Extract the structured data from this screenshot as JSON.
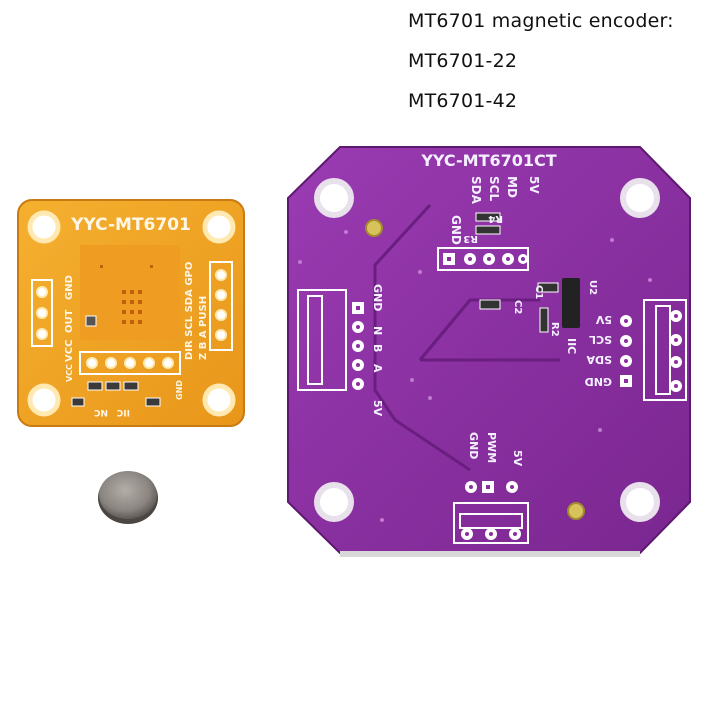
{
  "caption": {
    "title": "MT6701 magnetic encoder:",
    "model_1": "MT6701-22",
    "model_2": "MT6701-42"
  },
  "small_board": {
    "title": "YYC-MT6701",
    "col_1": "GND",
    "col_2": "OUT",
    "col_3": "VCC",
    "row_top": "DIR SCL SDA GPO",
    "row_bottom": "Z B A PUSH",
    "vcc_small": "VCC",
    "gnd_small": "GND",
    "iic": "IIC",
    "nc": "NC",
    "color": "#f0a020"
  },
  "large_board": {
    "title": "YYC-MT6701CT",
    "top_labels": [
      "GND",
      "SDA",
      "SCL",
      "MD",
      "5V"
    ],
    "r4": "R4",
    "r3": "R3",
    "c1": "C1",
    "c2": "C2",
    "r2": "R2",
    "u2": "U2",
    "iic": "IIC",
    "left_labels": [
      "GND",
      "N",
      "B",
      "A",
      "5V"
    ],
    "right_labels": [
      "5V",
      "SCL",
      "SDA",
      "GND"
    ],
    "bottom_labels": [
      "GND",
      "PWM",
      "5V"
    ],
    "color": "#8a2fa0"
  },
  "magnet_color": "#8a8580"
}
